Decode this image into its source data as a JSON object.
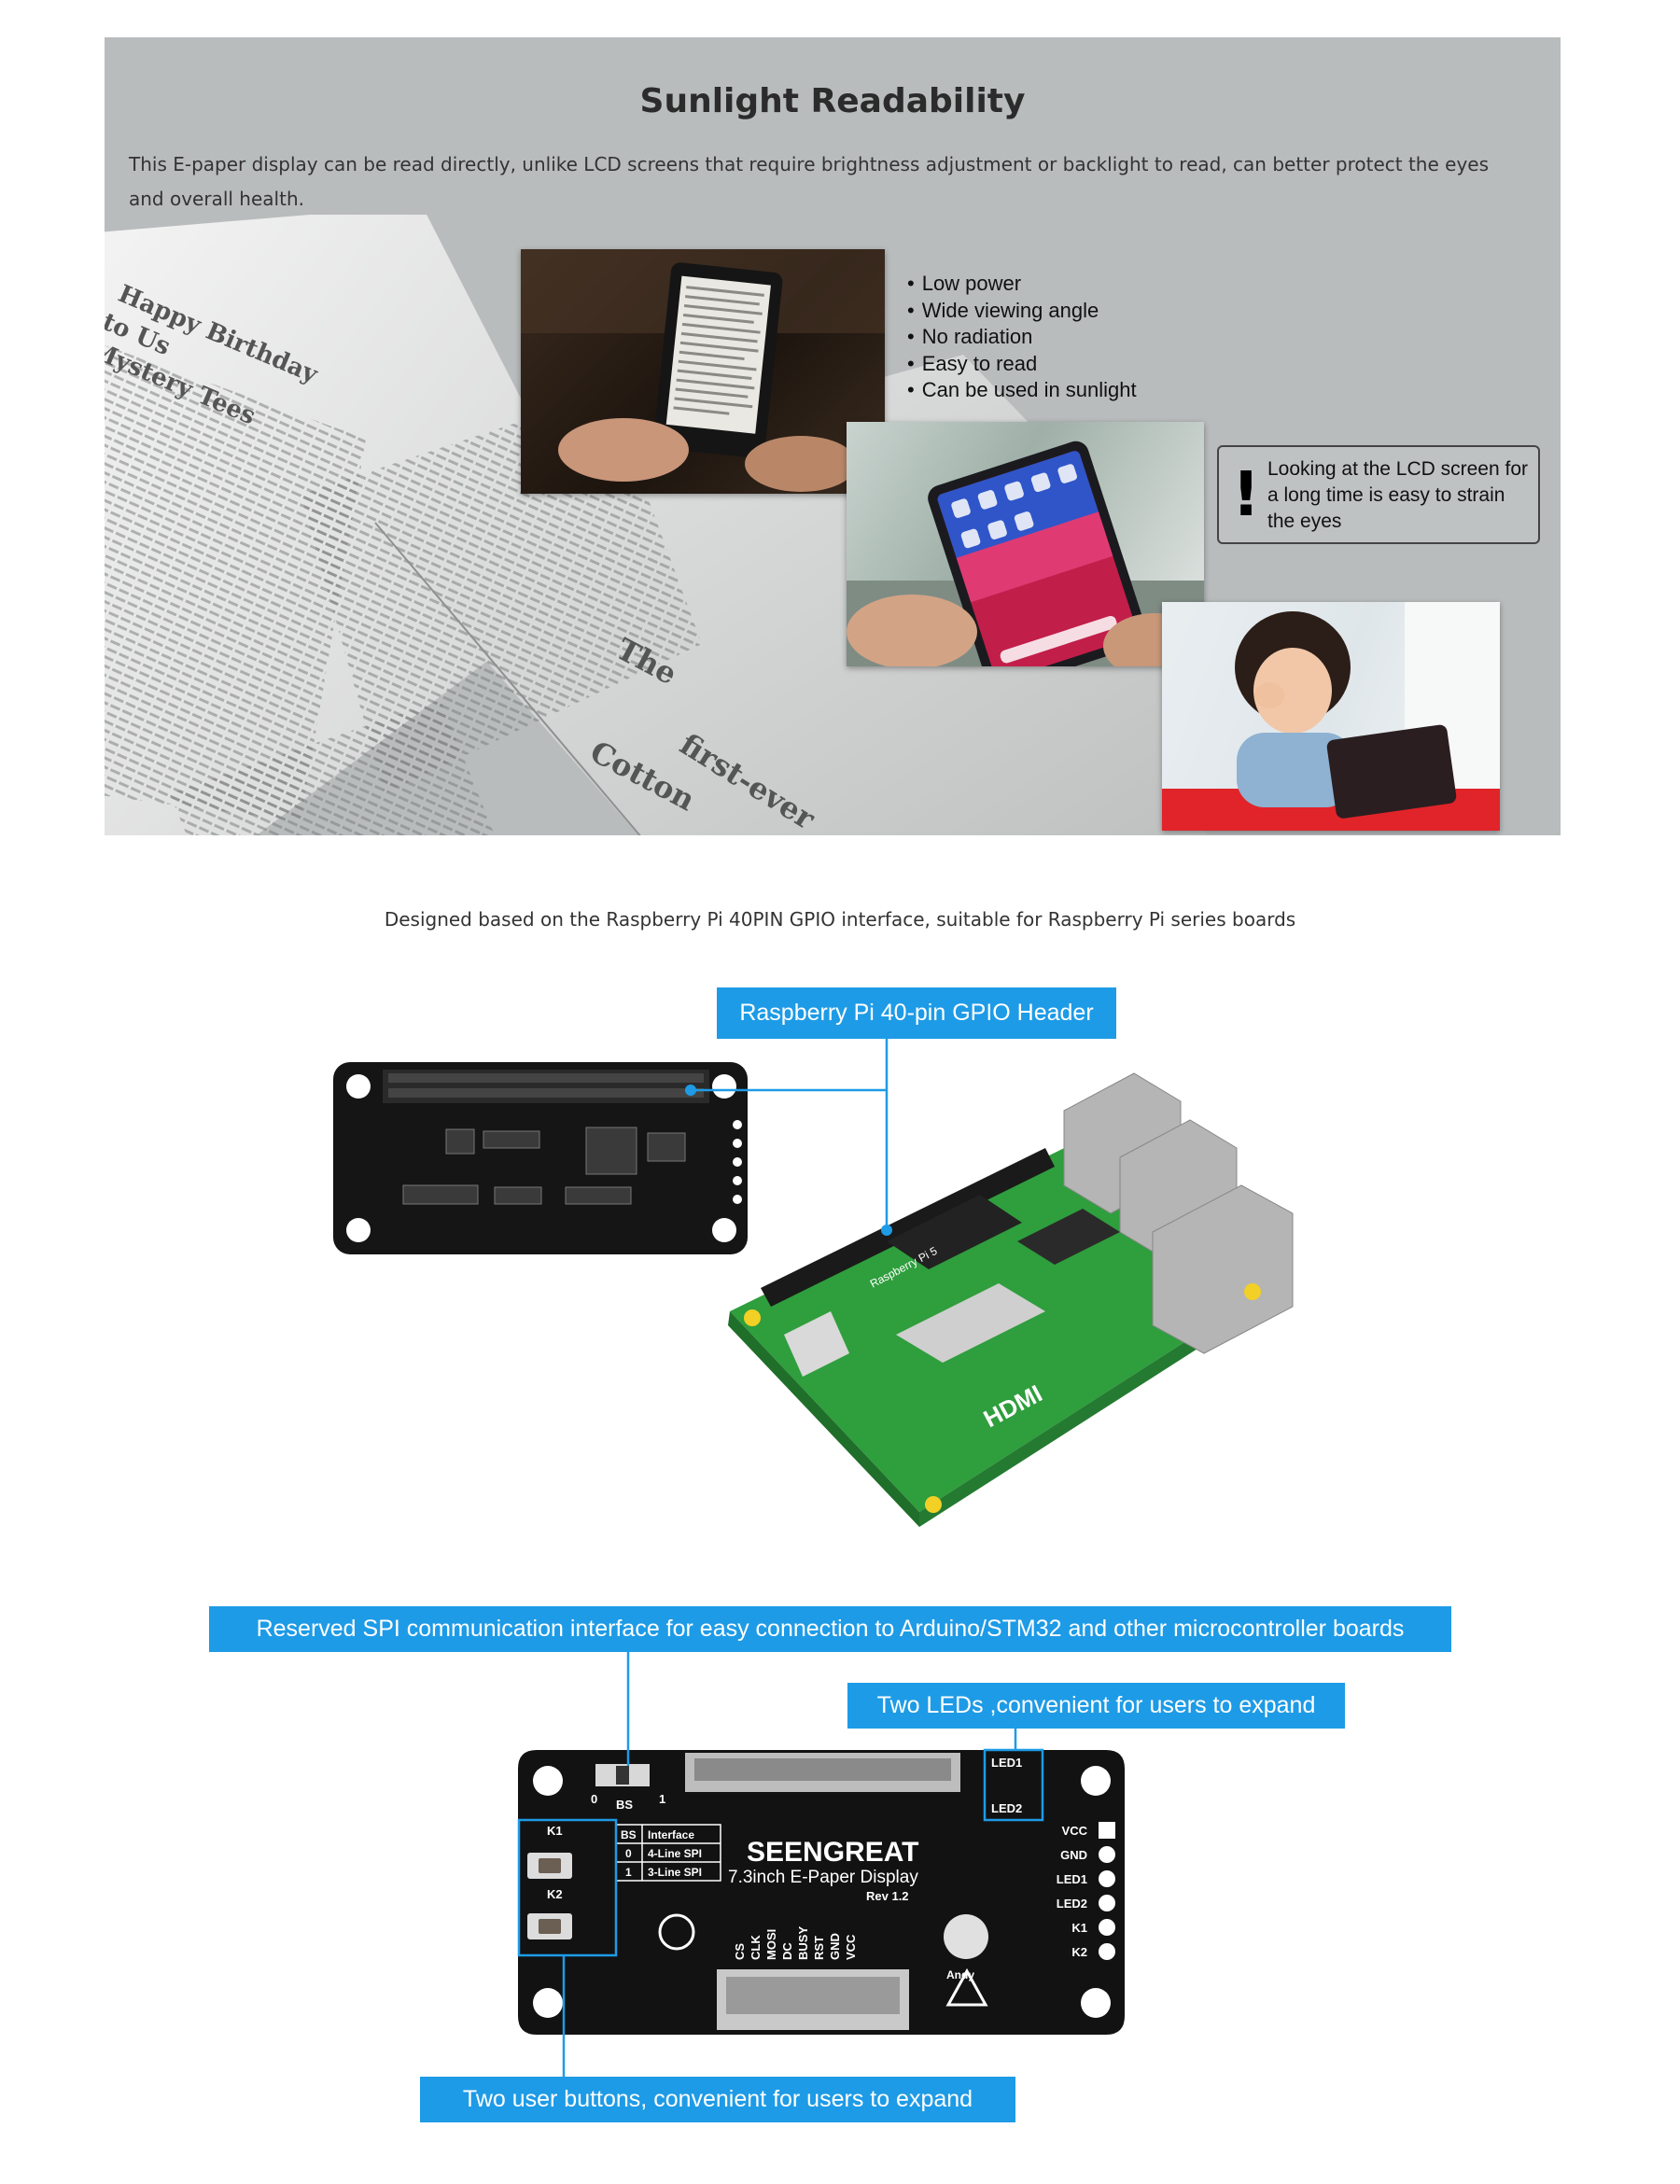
{
  "sunlight": {
    "title": "Sunlight Readability",
    "description": "This E-paper display can be read directly, unlike LCD screens that require brightness adjustment or backlight to read, can better protect the eyes and overall health.",
    "features": [
      "Low power",
      "Wide viewing angle",
      "No radiation",
      "Easy to read",
      "Can be used in sunlight"
    ],
    "callout": {
      "icon": "exclamation-icon",
      "text": "Looking at the LCD screen for a long time is easy to strain the eyes"
    },
    "book_text": {
      "heading_lines": [
        "Happy Birthday",
        "to Us",
        "Mystery Tees"
      ],
      "word_the": "The",
      "word_cotton": "Cotton",
      "word_first_ever": "first-ever"
    },
    "colors": {
      "background": "#b9bcbd"
    }
  },
  "gpio": {
    "caption": "Designed based on the Raspberry Pi 40PIN GPIO interface, suitable for Raspberry Pi series boards",
    "header_label": "Raspberry Pi 40-pin GPIO Header",
    "pi_board_text": {
      "model": "Raspberry Pi 5",
      "hdmi": "HDMI"
    }
  },
  "driver_board": {
    "spi_label": "Reserved SPI communication interface for easy connection to Arduino/STM32 and other microcontroller boards",
    "led_label": "Two LEDs ,convenient for users to expand",
    "button_label": "Two user buttons, convenient for users to expand",
    "brand": "SEENGREAT",
    "product": "7.3inch E-Paper Display",
    "revision": "Rev 1.2",
    "mascot": "Andy",
    "switch_labels": {
      "bs": "BS",
      "left": "0",
      "right": "1"
    },
    "buttons": [
      "K1",
      "K2"
    ],
    "leds": [
      "LED1",
      "LED2"
    ],
    "bs_table": {
      "headers": [
        "BS",
        "Interface"
      ],
      "rows": [
        [
          "0",
          "4-Line SPI"
        ],
        [
          "1",
          "3-Line SPI"
        ]
      ]
    },
    "header_pins": [
      "CS",
      "CLK",
      "MOSI",
      "DC",
      "BUSY",
      "RST",
      "GND",
      "VCC"
    ],
    "side_pins": [
      "VCC",
      "GND",
      "LED1",
      "LED2",
      "K1",
      "K2"
    ],
    "colors": {
      "accent": "#1e9be6",
      "pcb": "#121212"
    }
  }
}
